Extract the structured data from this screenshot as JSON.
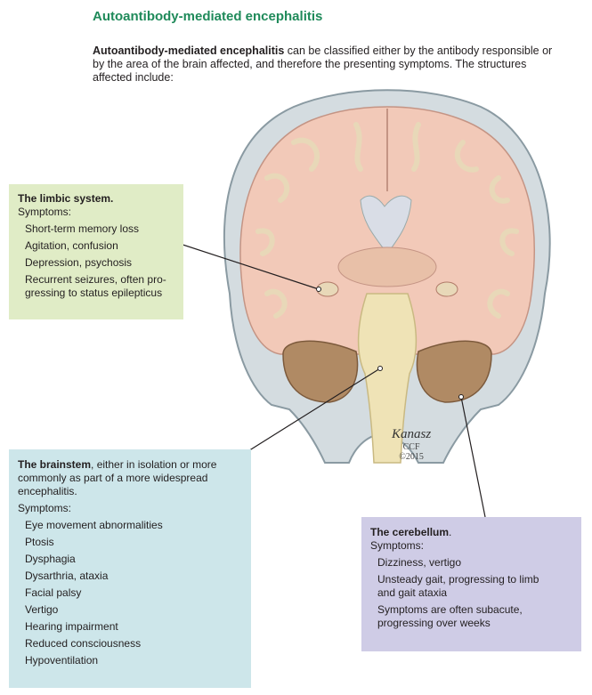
{
  "heading": "Autoantibody-mediated encephalitis",
  "intro": {
    "bold": "Autoantibody-mediated encephalitis",
    "rest": " can be classified either by the antibody responsible or by the area of the brain affected, and therefore the presenting symptoms. The structures affected include:"
  },
  "limbic": {
    "title": "The limbic system.",
    "symptoms_label": "Symptoms:",
    "items": [
      "Short-term memory loss",
      "Agitation, confusion",
      "Depression, psychosis",
      "Recurrent seizures, often pro-\ngressing to status epilepticus"
    ]
  },
  "brainstem": {
    "title": "The brainstem",
    "rest": ", either in isolation or more commonly as part of a more widespread encephalitis.",
    "symptoms_label": "Symptoms:",
    "items": [
      "Eye movement abnormalities",
      "Ptosis",
      "Dysphagia",
      "Dysarthria, ataxia",
      "Facial palsy",
      "Vertigo",
      "Hearing impairment",
      "Reduced consciousness",
      "Hypoventilation"
    ]
  },
  "cerebellum": {
    "title": "The cerebellum",
    "title_suffix": ".",
    "symptoms_label": "Symptoms:",
    "items": [
      "Dizziness, vertigo",
      "Unsteady gait, progressing to limb\nand gait ataxia",
      "Symptoms are often subacute,\nprogressing over weeks"
    ]
  },
  "signature": {
    "artist": "Kanasz",
    "org": "CCF",
    "year": "©2015"
  },
  "colors": {
    "heading": "#1f8a5a",
    "limbic_bg": "#e0ecc6",
    "brainstem_bg": "#cde6ea",
    "cerebellum_bg": "#cfcce6"
  }
}
